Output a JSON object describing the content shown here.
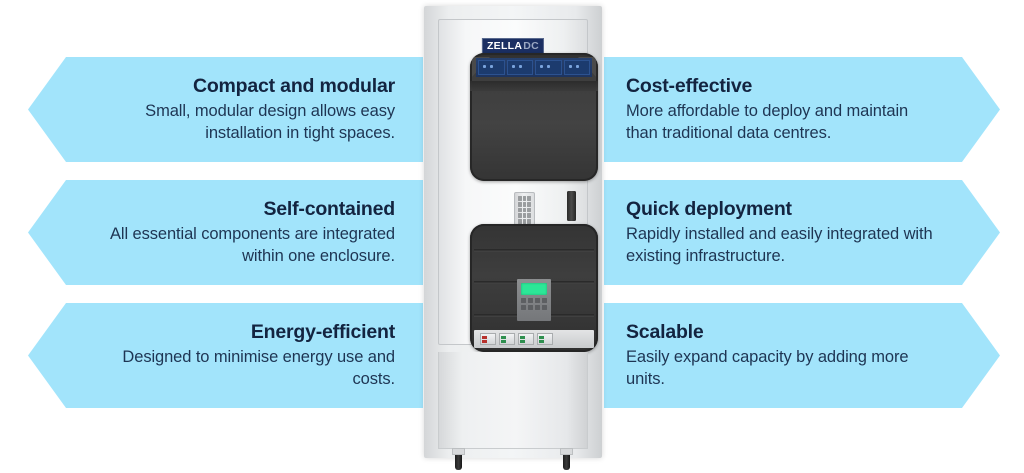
{
  "product": {
    "name": "Zella DC micro data centre cabinet",
    "logo": {
      "primary": "ZELLA",
      "secondary": "DC"
    },
    "lcd_display_color": "#2CE697"
  },
  "theme": {
    "card_background": "#A2E4FB",
    "title_color": "#132440",
    "body_color": "#1E3553",
    "page_background": "#FFFFFF"
  },
  "benefits": {
    "left": [
      {
        "title": "Compact and modular",
        "description": "Small, modular design allows easy installation in tight spaces."
      },
      {
        "title": "Self-contained",
        "description": "All essential components are integrated within one enclosure."
      },
      {
        "title": "Energy-efficient",
        "description": "Designed to minimise energy use and costs."
      }
    ],
    "right": [
      {
        "title": "Cost-effective",
        "description": "More affordable to deploy and maintain than traditional data centres."
      },
      {
        "title": "Quick deployment",
        "description": "Rapidly installed and easily integrated with existing infrastructure."
      },
      {
        "title": "Scalable",
        "description": "Easily expand capacity by adding more units."
      }
    ]
  }
}
